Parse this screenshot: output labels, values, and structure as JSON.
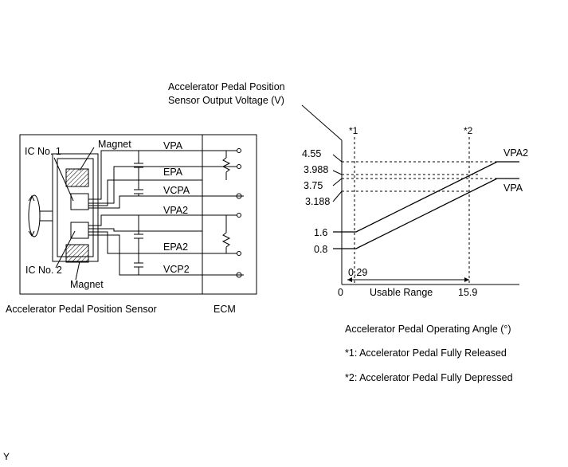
{
  "sensor": {
    "ic1": "IC No. 1",
    "ic2": "IC No. 2",
    "magnet_top": "Magnet",
    "magnet_bottom": "Magnet",
    "caption": "Accelerator Pedal Position Sensor"
  },
  "ecm": {
    "caption": "ECM"
  },
  "signals": [
    "VPA",
    "EPA",
    "VCPA",
    "VPA2",
    "EPA2",
    "VCP2"
  ],
  "chart": {
    "ylabel_line1": "Accelerator Pedal Position",
    "ylabel_line2": "Sensor Output Voltage (V)",
    "marker1": "*1",
    "marker2": "*2",
    "y_ticks": [
      "4.55",
      "3.988",
      "3.75",
      "3.188",
      "1.6",
      "0.8"
    ],
    "x_zero": "0",
    "x_start": "0.29",
    "x_end": "15.9",
    "usable": "Usable Range",
    "series_vpa2": "VPA2",
    "series_vpa": "VPA",
    "xlabel": "Accelerator Pedal Operating Angle (°)",
    "note1": "*1: Accelerator Pedal Fully Released",
    "note2": "*2: Accelerator Pedal Fully Depressed"
  },
  "chart_data": {
    "type": "line",
    "title": "",
    "xlabel": "Accelerator Pedal Operating Angle (°)",
    "ylabel": "Accelerator Pedal Position Sensor Output Voltage (V)",
    "x_ticks": [
      "0",
      "0.29",
      "15.9"
    ],
    "y_ticks": [
      "0.8",
      "1.6",
      "3.188",
      "3.75",
      "3.988",
      "4.55"
    ],
    "series": [
      {
        "name": "VPA2",
        "points": [
          [
            0,
            1.6
          ],
          [
            0.29,
            1.6
          ],
          [
            15.9,
            3.988
          ],
          [
            20,
            4.55
          ]
        ]
      },
      {
        "name": "VPA",
        "points": [
          [
            0,
            0.8
          ],
          [
            0.29,
            0.8
          ],
          [
            15.9,
            3.188
          ],
          [
            20,
            3.75
          ]
        ]
      }
    ]
  },
  "footer": {
    "code": "Y"
  }
}
